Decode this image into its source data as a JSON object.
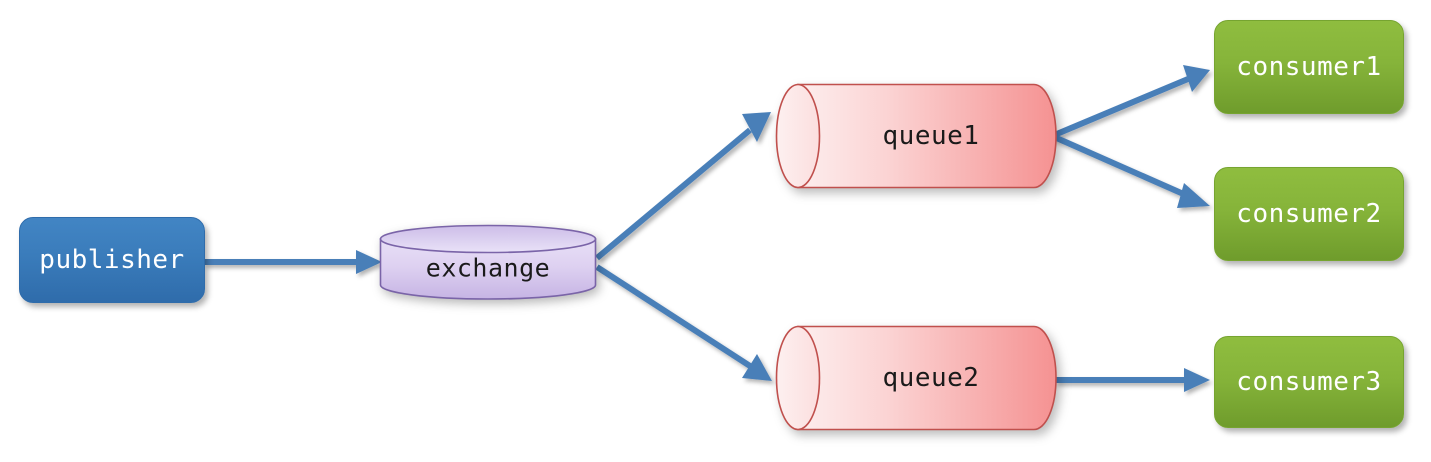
{
  "diagram": {
    "title": "publisher-exchange-queue-consumer topology",
    "background": "#ffffff",
    "colors": {
      "publisher_fill": "#3a7cbb",
      "publisher_stroke": "#2f6cab",
      "exchange_fill_light": "#e4daf5",
      "exchange_fill_dark": "#c5b3e3",
      "exchange_stroke": "#7a64a8",
      "queue_fill_light": "#fde2e2",
      "queue_fill_dark": "#f59a9a",
      "queue_stroke": "#c0504d",
      "consumer_fill": "#86b43a",
      "consumer_stroke": "#76a430",
      "arrow": "#4a7fb8",
      "box_text": "#ffffff",
      "cylinder_text": "#1a1a1a"
    },
    "nodes": {
      "publisher": {
        "label": "publisher",
        "shape": "rounded-rectangle"
      },
      "exchange": {
        "label": "exchange",
        "shape": "vertical-cylinder"
      },
      "queue1": {
        "label": "queue1",
        "shape": "horizontal-cylinder"
      },
      "queue2": {
        "label": "queue2",
        "shape": "horizontal-cylinder"
      },
      "consumer1": {
        "label": "consumer1",
        "shape": "rounded-rectangle"
      },
      "consumer2": {
        "label": "consumer2",
        "shape": "rounded-rectangle"
      },
      "consumer3": {
        "label": "consumer3",
        "shape": "rounded-rectangle"
      }
    },
    "edges": [
      {
        "id": "publisher-to-exchange",
        "from": "publisher",
        "to": "exchange",
        "label": ""
      },
      {
        "id": "exchange-to-queue1",
        "from": "exchange",
        "to": "queue1",
        "label": ""
      },
      {
        "id": "exchange-to-queue2",
        "from": "exchange",
        "to": "queue2",
        "label": ""
      },
      {
        "id": "queue1-to-consumer1",
        "from": "queue1",
        "to": "consumer1",
        "label": ""
      },
      {
        "id": "queue1-to-consumer2",
        "from": "queue1",
        "to": "consumer2",
        "label": ""
      },
      {
        "id": "queue2-to-consumer3",
        "from": "queue2",
        "to": "consumer3",
        "label": ""
      }
    ]
  }
}
